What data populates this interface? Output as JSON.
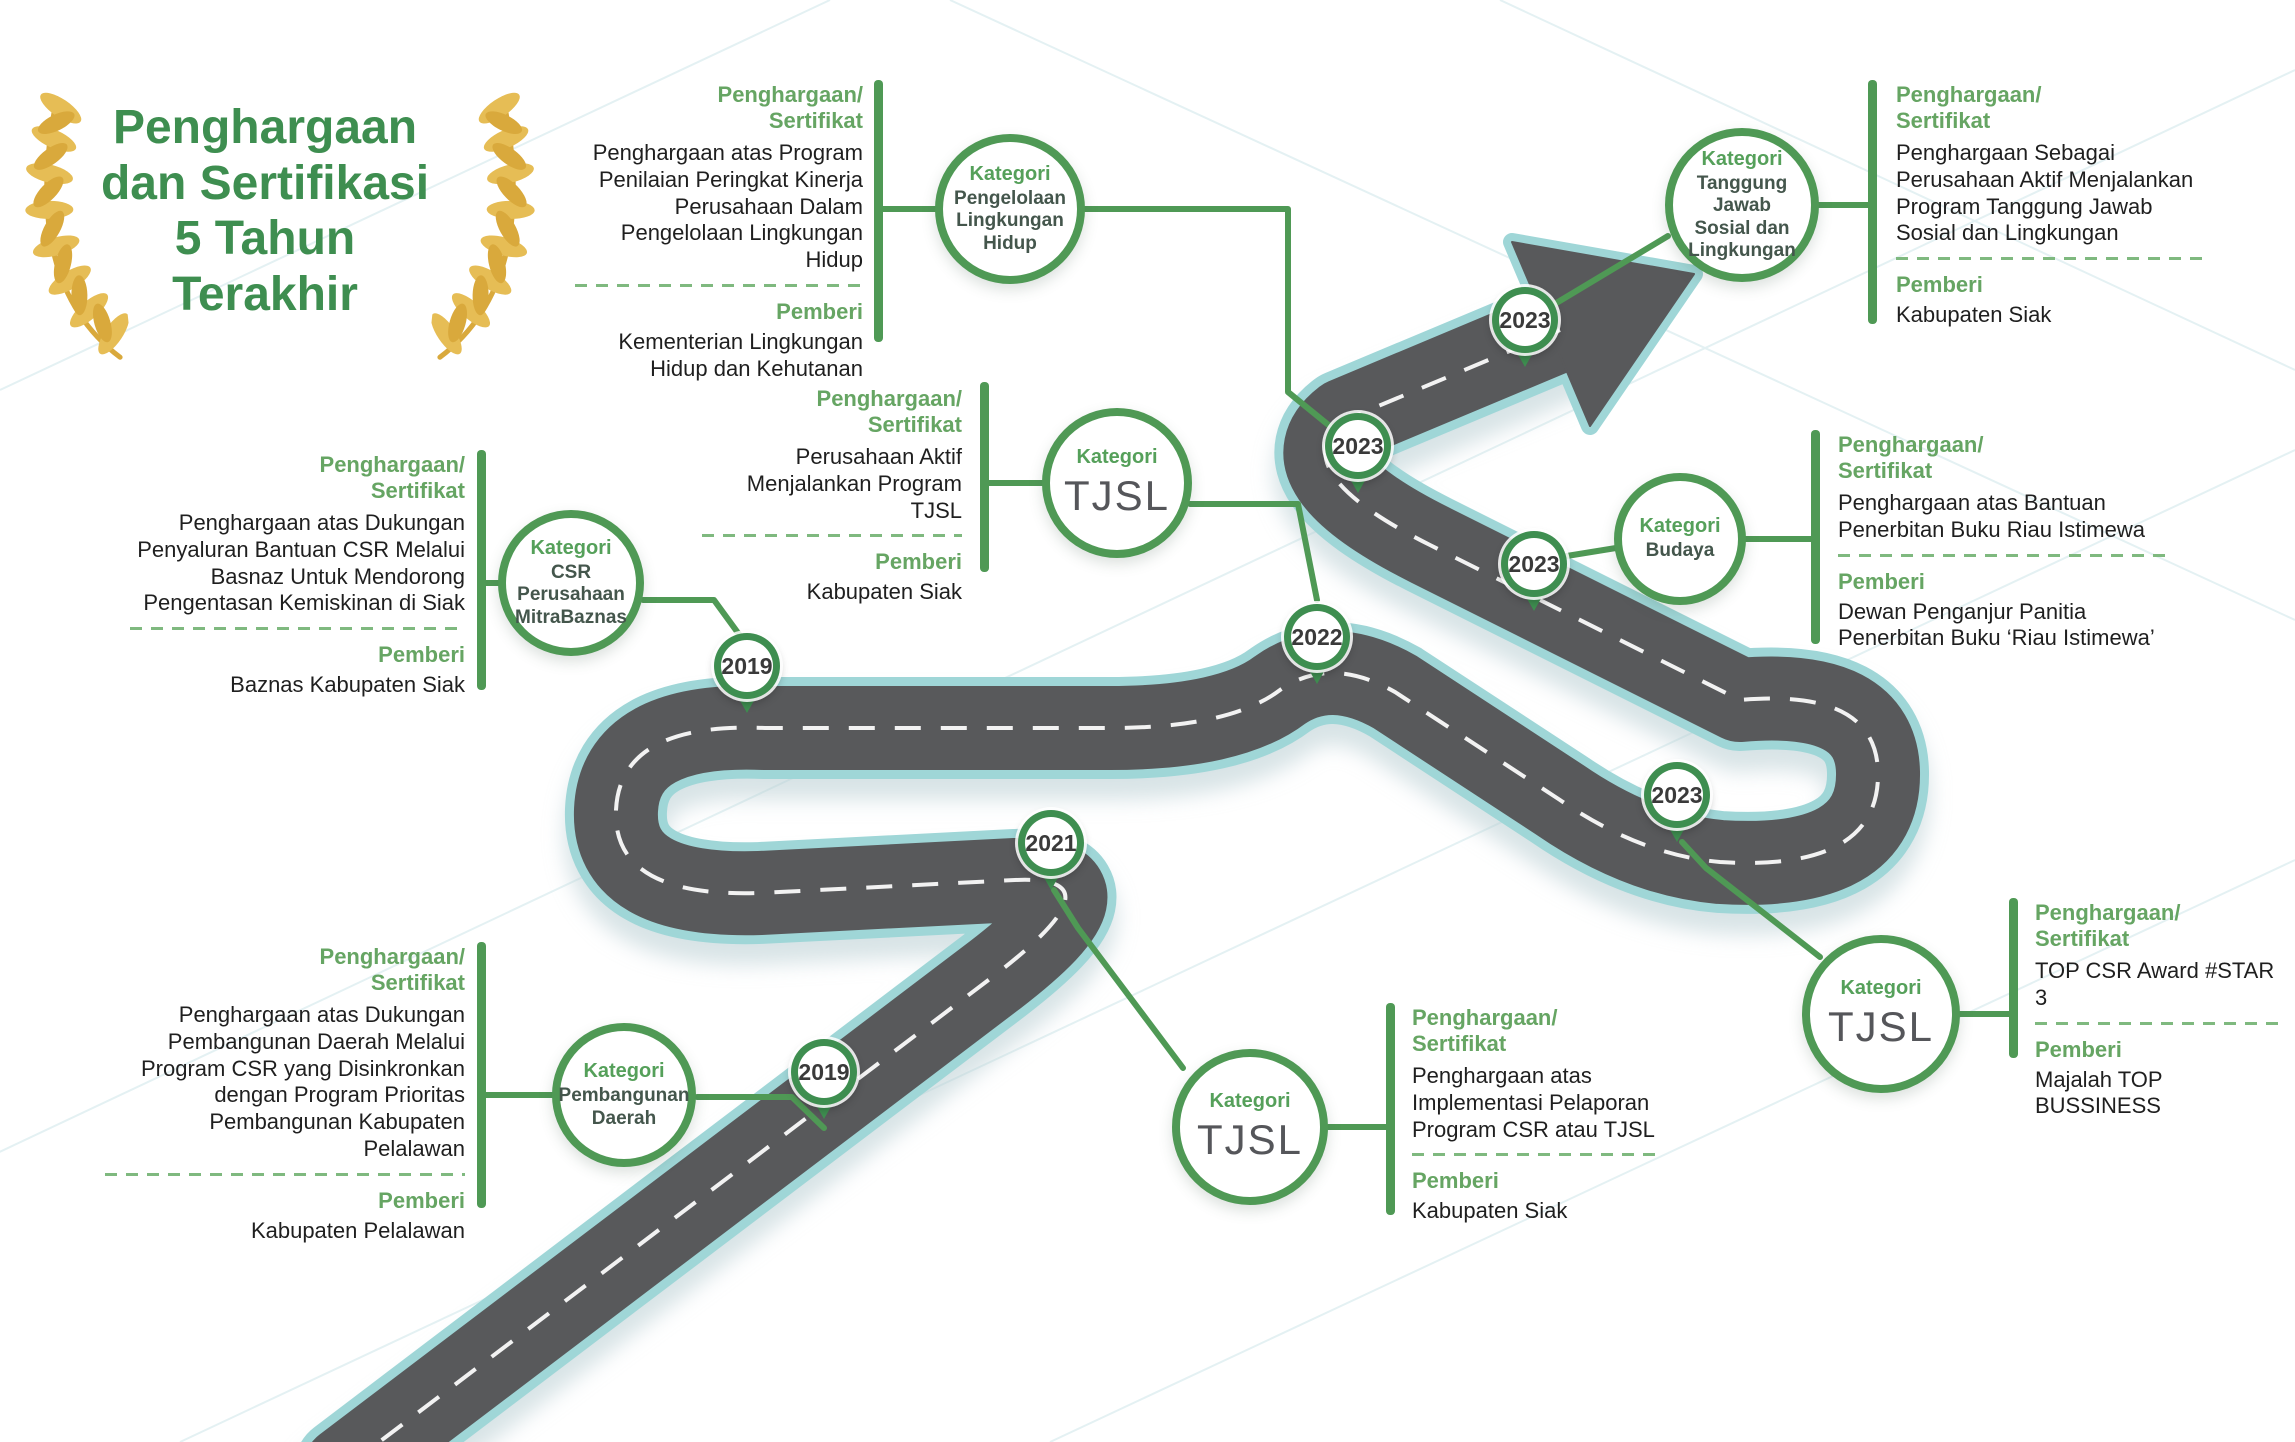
{
  "title": {
    "lines": [
      "Penghargaan",
      "dan Sertifikasi",
      "5 Tahun",
      "Terakhir"
    ]
  },
  "labels": {
    "kategori": "Kategori",
    "award_line1": "Penghargaan/",
    "award_line2": "Sertifikat",
    "pemberi": "Pemberi"
  },
  "colors": {
    "green_dark": "#3e8e50",
    "green_mid": "#4f9955",
    "green_label": "#66a563",
    "road_gray": "#58595b",
    "road_edge": "#9fd6d7",
    "gold": "#dfae45"
  },
  "entries": [
    {
      "kategori": "Pengelolaan Lingkungan Hidup",
      "year": "2023",
      "award": "Penghargaan atas Program Penilaian Peringkat Kinerja Perusahaan Dalam Pengelolaan Lingkungan Hidup",
      "pemberi": "Kementerian Lingkungan Hidup dan Kehutanan"
    },
    {
      "kategori": "Tanggung Jawab Sosial dan Lingkungan",
      "year": "2023",
      "award": "Penghargaan Sebagai Perusahaan Aktif Menjalankan Program Tanggung Jawab Sosial dan Lingkungan",
      "pemberi": "Kabupaten Siak"
    },
    {
      "kategori": "CSR Perusahaan MitraBaznas",
      "year": "2019",
      "award": "Penghargaan atas Dukungan Penyaluran Bantuan CSR Melalui Basnaz Untuk Mendorong Pengentasan Kemiskinan di Siak",
      "pemberi": "Baznas Kabupaten Siak"
    },
    {
      "kategori": "TJSL",
      "year": "2022",
      "award": "Perusahaan Aktif Menjalankan Program TJSL",
      "pemberi": "Kabupaten Siak"
    },
    {
      "kategori": "Budaya",
      "year": "2023",
      "award": "Penghargaan atas Bantuan Penerbitan Buku Riau Istimewa",
      "pemberi": "Dewan Penganjur Panitia Penerbitan Buku ‘Riau Istimewa’"
    },
    {
      "kategori": "Pembangunan Daerah",
      "year": "2019",
      "award": "Penghargaan atas Dukungan Pembangunan Daerah Melalui Program CSR yang Disinkronkan dengan Program Prioritas Pembangunan Kabupaten Pelalawan",
      "pemberi": "Kabupaten Pelalawan"
    },
    {
      "kategori": "TJSL",
      "year": "2021",
      "award": "Penghargaan atas Implementasi Pelaporan Program CSR atau TJSL",
      "pemberi": "Kabupaten Siak"
    },
    {
      "kategori": "TJSL",
      "year": "2023",
      "award": "TOP CSR Award #STAR 3",
      "pemberi": "Majalah TOP BUSSINESS"
    }
  ]
}
